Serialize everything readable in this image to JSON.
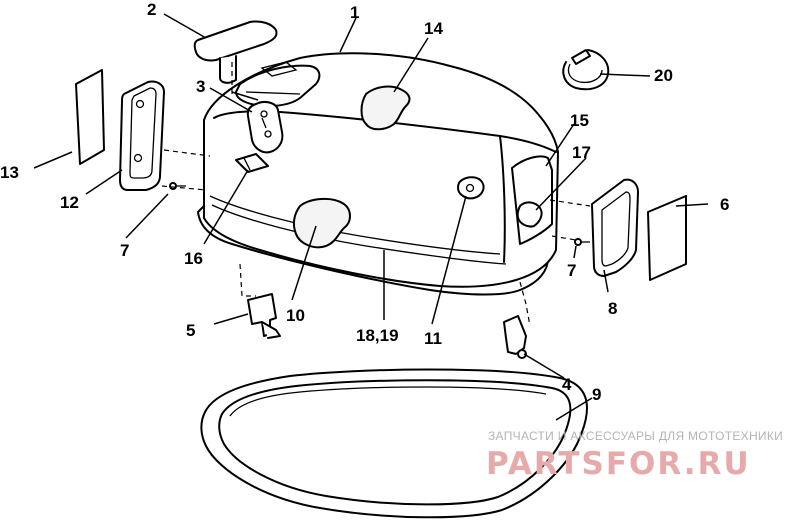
{
  "watermark": {
    "tagline": "ЗАПЧАСТИ И АКСЕССУАРЫ ДЛЯ МОТОТЕХНИКИ",
    "logo": "PARTSFOR.RU",
    "logo_color": "#e7aaaa"
  },
  "callouts": {
    "c1": "1",
    "c2": "2",
    "c3": "3",
    "c4": "4",
    "c5": "5",
    "c6": "6",
    "c7a": "7",
    "c7b": "7",
    "c8": "8",
    "c9": "9",
    "c10": "10",
    "c11": "11",
    "c12": "12",
    "c13": "13",
    "c14": "14",
    "c15": "15",
    "c16": "16",
    "c17": "17",
    "c18_19": "18,19",
    "c20": "20"
  }
}
